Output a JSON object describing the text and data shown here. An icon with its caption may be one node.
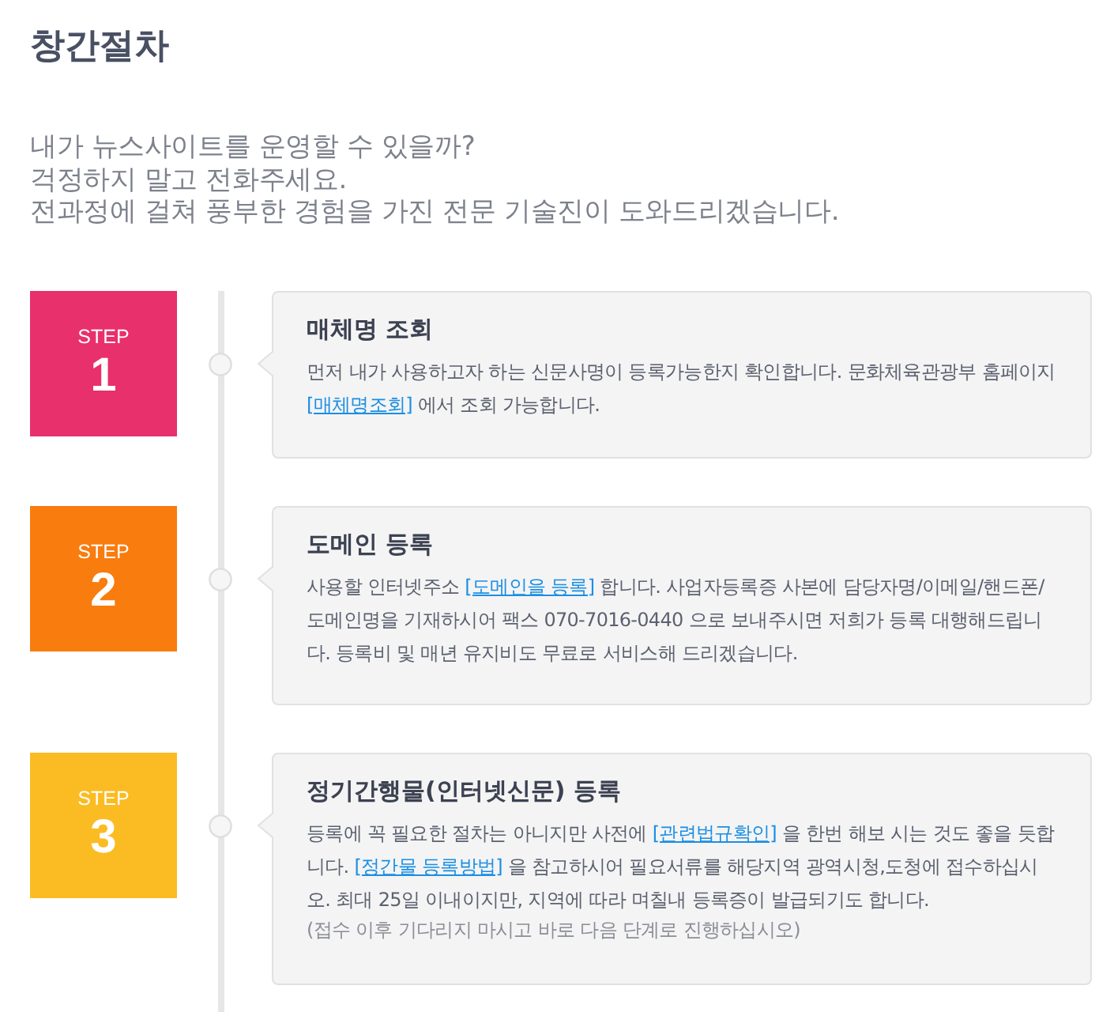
{
  "diagram": {
    "title": "창간절차",
    "nodes": [
      {
        "text": [
          "STEP",
          "1"
        ]
      },
      {
        "text": [
          "매체명 조회",
          "먼저 내가 사용하고자 하는 신문사명이 등록가능한지 확인합니다. 문화체육관광부 홈페이지 [매체명조회] 에서 조회 가능합니다."
        ]
      },
      {
        "text": [
          "STEP",
          "2"
        ]
      },
      {
        "text": [
          "도메인 등록",
          "사용할 인터넷주소 [도메인을 등록] 합니다. 사업자등록증 사본에 담당자명/이메일/핸드폰/도메인명을 기재하시어 팩스 070-7016-0440 으로 보내주시면 저희가 등록 대행해드립니다. 등록비 및 매년 유지비도 무료로 서비스해 드리겠습니다."
        ]
      },
      {
        "text": [
          "STEP",
          "3"
        ]
      },
      {
        "text": [
          "정기간행물(인터넷신문) 등록",
          "등록에 꼭 필요한 절차는 아니지만 사전에 [관련법규확인] 을 한번 해보 시는 것도 좋을 듯합니다. [정간물 등록방법] 을 참고하시어 필요서류를 해당지역 광역시청,도청에 접수하십시오. 최대 25일 이내이지만, 지역에 따라 며칠내 등록증이 발급되기도 합니다.",
          "(접수 이후 기다리지 마시고 바로 다음 단계로 진행하십시오)"
        ]
      }
    ],
    "labels": [
      "내가 뉴스사이트를 운영할 수 있을까?",
      "걱정하지 말고 전화주세요.",
      "전과정에 걸쳐 풍부한 경험을 가진 전문 기술진이 도와드리겠습니다."
    ]
  }
}
